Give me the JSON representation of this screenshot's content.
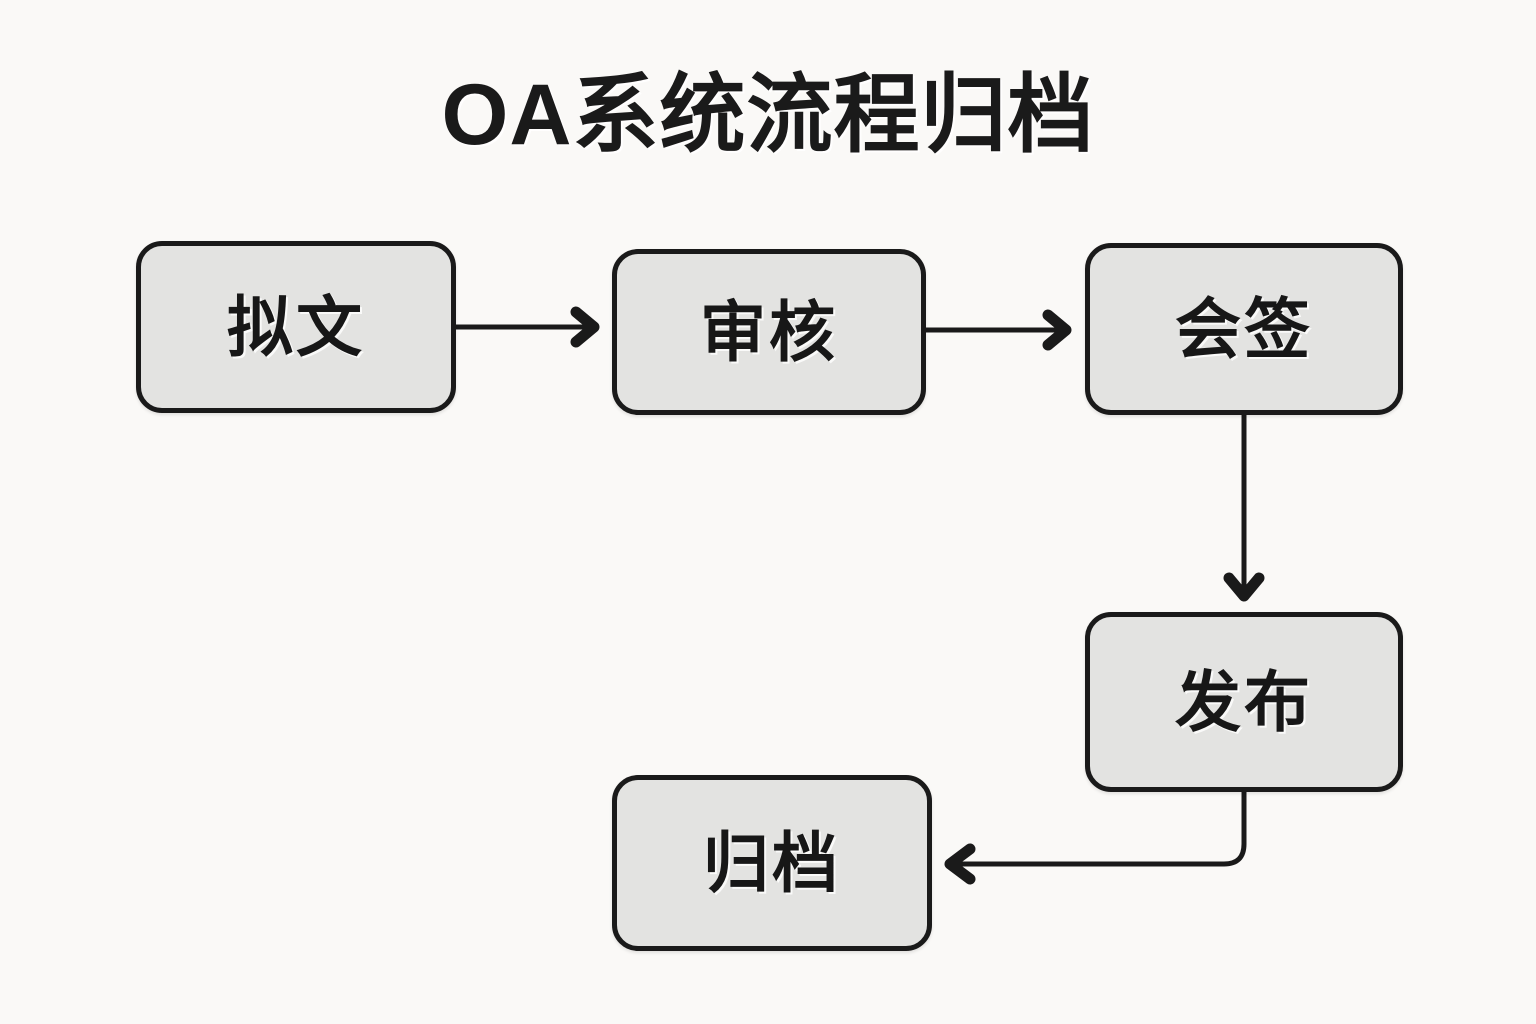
{
  "diagram": {
    "title": "OA系统流程归档",
    "background_color": "#faf9f7",
    "node_fill_color": "#e3e3e1",
    "node_border_color": "#1a1a1a",
    "text_color": "#171717",
    "type": "flowchart",
    "orientation": "left-to-right then serpentine",
    "nodes": [
      {
        "id": "draft",
        "label": "拟文",
        "shape": "rounded-rectangle",
        "order": 1
      },
      {
        "id": "review",
        "label": "审核",
        "shape": "rounded-rectangle",
        "order": 2
      },
      {
        "id": "cosign",
        "label": "会签",
        "shape": "rounded-rectangle",
        "order": 3
      },
      {
        "id": "publish",
        "label": "发布",
        "shape": "rounded-rectangle",
        "order": 4
      },
      {
        "id": "archive",
        "label": "归档",
        "shape": "rounded-rectangle",
        "order": 5
      }
    ],
    "edges": [
      {
        "from": "draft",
        "to": "review",
        "label": "",
        "direction": "right"
      },
      {
        "from": "review",
        "to": "cosign",
        "label": "",
        "direction": "right"
      },
      {
        "from": "cosign",
        "to": "publish",
        "label": "",
        "direction": "down"
      },
      {
        "from": "publish",
        "to": "archive",
        "label": "",
        "direction": "down-then-left"
      }
    ]
  }
}
